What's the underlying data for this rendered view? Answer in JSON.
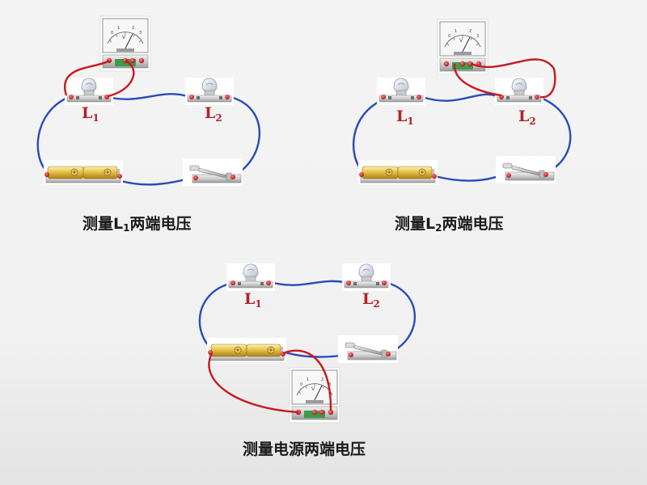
{
  "circuits": [
    {
      "caption": {
        "prefix": "测量",
        "letter": "L",
        "sub": "1",
        "suffix": "两端电压"
      },
      "lamp1": {
        "letter": "L",
        "sub": "1"
      },
      "lamp2": {
        "letter": "L",
        "sub": "2"
      },
      "meter_scale": [
        "0",
        "1",
        "2",
        "3"
      ],
      "meter_unit": "V"
    },
    {
      "caption": {
        "prefix": "测量",
        "letter": "L",
        "sub": "2",
        "suffix": "两端电压"
      },
      "lamp1": {
        "letter": "L",
        "sub": "1"
      },
      "lamp2": {
        "letter": "L",
        "sub": "2"
      },
      "meter_scale": [
        "0",
        "1",
        "2",
        "3"
      ],
      "meter_unit": "V"
    },
    {
      "caption": {
        "text": "测量电源两端电压"
      },
      "lamp1": {
        "letter": "L",
        "sub": "1"
      },
      "lamp2": {
        "letter": "L",
        "sub": "2"
      },
      "meter_scale": [
        "0",
        "1",
        "2",
        "3"
      ],
      "meter_unit": "V"
    }
  ],
  "colors": {
    "blue_wire": "#2a4bb8",
    "red_wire": "#c8191f",
    "label_red": "#b0232a",
    "battery_gold": "#e6c24a"
  }
}
